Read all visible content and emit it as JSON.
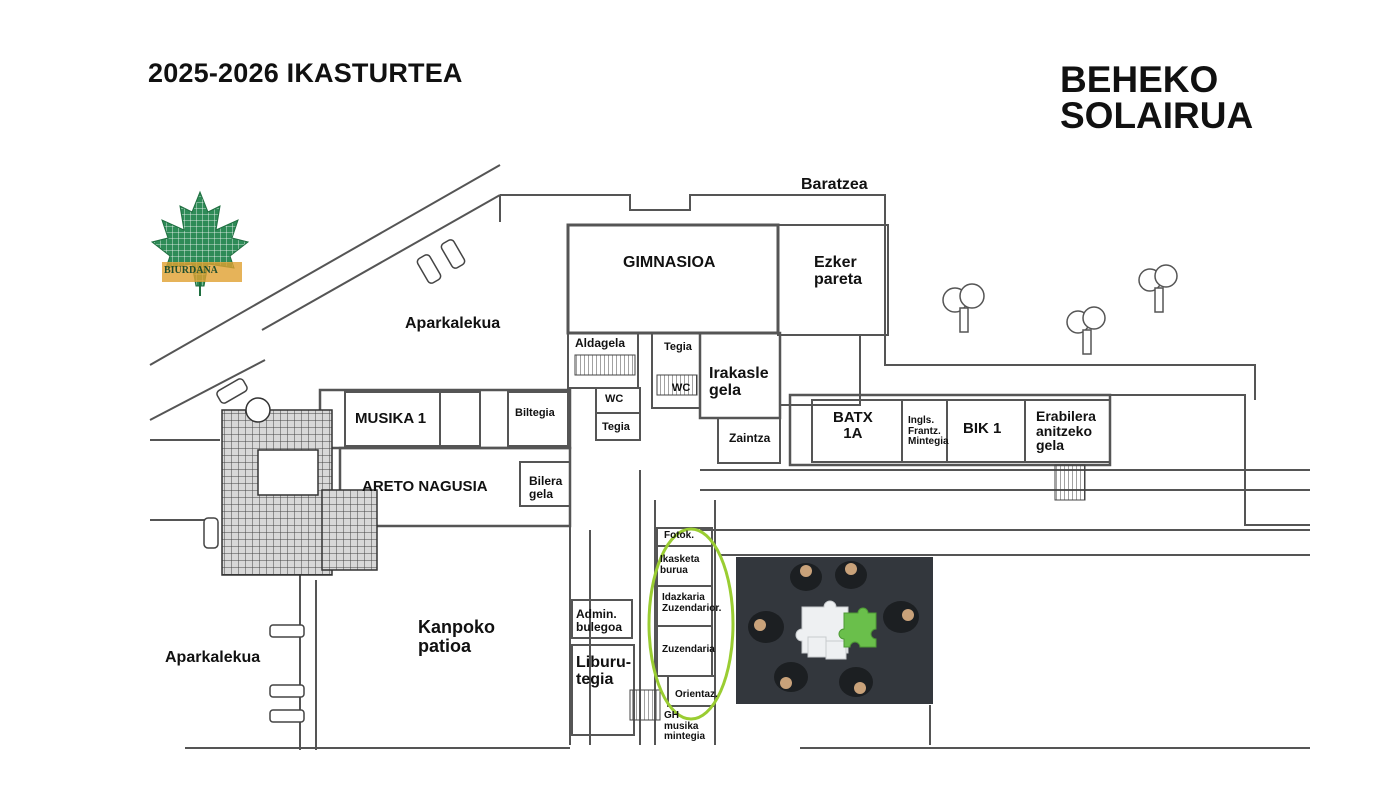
{
  "header": {
    "school_year": "2025-2026 IKASTURTEA",
    "floor_line1": "BEHEKO",
    "floor_line2": "SOLAIRUA"
  },
  "logo": {
    "text": "BIURDANA",
    "icon": "maple-leaf-icon",
    "color": "#2e8b57"
  },
  "labels": {
    "baratzea": "Baratzea",
    "gimnasioa": "GIMNASIOA",
    "ezker_1": "Ezker",
    "ezker_2": "pareta",
    "aparkalekua_top": "Aparkalekua",
    "aldagela": "Aldagela",
    "tegia_top": "Tegia",
    "wc_right": "WC",
    "irakasle_1": "Irakasle",
    "irakasle_2": "gela",
    "musika": "MUSIKA 1",
    "biltegia": "Biltegia",
    "wc_left": "WC",
    "tegia_bottom": "Tegia",
    "zaintza": "Zaintza",
    "batx_1": "BATX",
    "batx_2": "1A",
    "ingls_1": "Ingls.",
    "ingls_2": "Frantz.",
    "ingls_3": "Mintegia",
    "bik": "BIK 1",
    "erabilera_1": "Erabilera",
    "erabilera_2": "anitzeko",
    "erabilera_3": "gela",
    "areto": "ARETO NAGUSIA",
    "bilera_1": "Bilera",
    "bilera_2": "gela",
    "fotok": "Fotok.",
    "ikasketa_1": "Ikasketa",
    "ikasketa_2": "burua",
    "idazkaria_1": "Idazkaria",
    "idazkaria_2": "Zuzendarior.",
    "zuzendaria": "Zuzendaria",
    "orientaz": "Orientaz.",
    "gh_1": "GH",
    "gh_2": "musika",
    "gh_3": "mintegia",
    "admin_1": "Admin.",
    "admin_2": "bulegoa",
    "liburu_1": "Liburu-",
    "liburu_2": "tegia",
    "kanpoko_1": "Kanpoko",
    "kanpoko_2": "patioa",
    "aparkalekua_bottom": "Aparkalekua"
  },
  "highlight": {
    "shape": "ellipse",
    "color": "#9acd32",
    "area": "administration offices"
  },
  "photo": {
    "subject": "team-puzzle-photo",
    "accent": "#6abf4b"
  }
}
